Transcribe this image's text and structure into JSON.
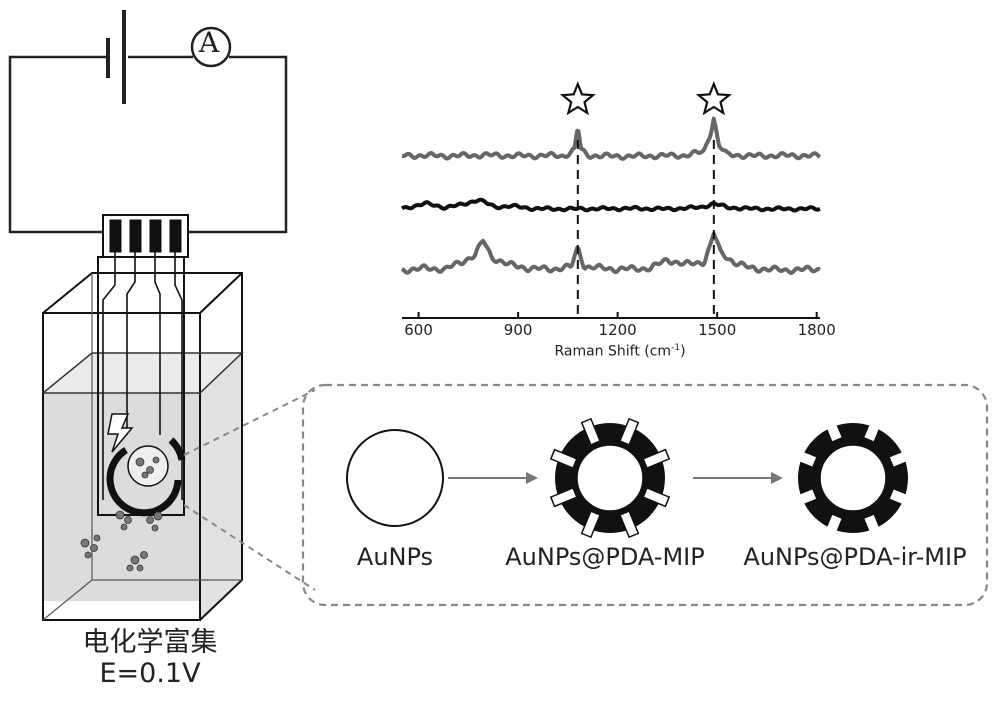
{
  "ammeter_label": "A",
  "caption": {
    "process": "电化学富集",
    "voltage": "E=0.1V"
  },
  "nanoparticles": [
    {
      "label": "AuNPs"
    },
    {
      "label": "AuNPs@PDA-MIP"
    },
    {
      "label": "AuNPs@PDA-ir-MIP"
    }
  ],
  "raman_chart": {
    "xlabel_main": "Raman Shift (",
    "xlabel_unit": "cm",
    "xlabel_exp": "-1",
    "xlabel_close": ")",
    "xticks": [
      "600",
      "900",
      "1200",
      "1500",
      "1800"
    ],
    "colors": {
      "top": "#666666",
      "middle": "#111111",
      "bottom": "#666666"
    }
  },
  "chart_data": {
    "type": "line",
    "x_range": [
      550,
      1810
    ],
    "xticks": [
      600,
      900,
      1200,
      1500,
      1800
    ],
    "marked_peaks": [
      1080,
      1490
    ],
    "series": [
      {
        "points": [
          [
            550,
            0.05
          ],
          [
            600,
            0.06
          ],
          [
            700,
            0.05
          ],
          [
            800,
            0.07
          ],
          [
            900,
            0.05
          ],
          [
            1000,
            0.06
          ],
          [
            1040,
            0.05
          ],
          [
            1070,
            0.2
          ],
          [
            1080,
            0.75
          ],
          [
            1090,
            0.2
          ],
          [
            1110,
            0.06
          ],
          [
            1200,
            0.04
          ],
          [
            1300,
            0.05
          ],
          [
            1400,
            0.06
          ],
          [
            1460,
            0.15
          ],
          [
            1480,
            0.6
          ],
          [
            1490,
            0.95
          ],
          [
            1505,
            0.3
          ],
          [
            1530,
            0.08
          ],
          [
            1600,
            0.05
          ],
          [
            1700,
            0.06
          ],
          [
            1810,
            0.05
          ]
        ]
      },
      {
        "points": [
          [
            550,
            0.05
          ],
          [
            620,
            0.25
          ],
          [
            680,
            0.1
          ],
          [
            730,
            0.2
          ],
          [
            780,
            0.4
          ],
          [
            830,
            0.12
          ],
          [
            880,
            0.15
          ],
          [
            950,
            0.05
          ],
          [
            1050,
            0.04
          ],
          [
            1150,
            0.05
          ],
          [
            1250,
            0.06
          ],
          [
            1350,
            0.04
          ],
          [
            1450,
            0.1
          ],
          [
            1490,
            0.25
          ],
          [
            1530,
            0.1
          ],
          [
            1600,
            0.05
          ],
          [
            1700,
            0.04
          ],
          [
            1800,
            0.05
          ]
        ]
      },
      {
        "points": [
          [
            550,
            0.08
          ],
          [
            620,
            0.12
          ],
          [
            680,
            0.1
          ],
          [
            730,
            0.25
          ],
          [
            770,
            0.4
          ],
          [
            795,
            0.7
          ],
          [
            820,
            0.35
          ],
          [
            870,
            0.2
          ],
          [
            930,
            0.12
          ],
          [
            1000,
            0.1
          ],
          [
            1060,
            0.15
          ],
          [
            1080,
            0.55
          ],
          [
            1100,
            0.15
          ],
          [
            1200,
            0.1
          ],
          [
            1300,
            0.12
          ],
          [
            1350,
            0.3
          ],
          [
            1400,
            0.2
          ],
          [
            1460,
            0.25
          ],
          [
            1480,
            0.6
          ],
          [
            1490,
            0.85
          ],
          [
            1510,
            0.45
          ],
          [
            1550,
            0.25
          ],
          [
            1600,
            0.12
          ],
          [
            1700,
            0.08
          ],
          [
            1800,
            0.1
          ]
        ]
      }
    ]
  }
}
